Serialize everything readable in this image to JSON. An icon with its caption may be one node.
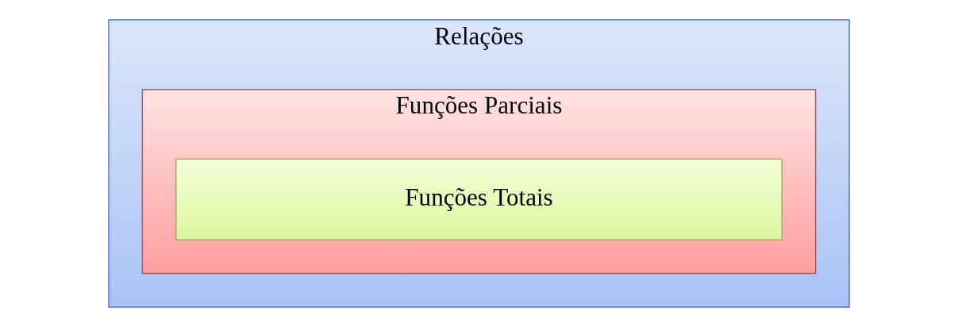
{
  "diagram": {
    "nodes": [
      {
        "text": [
          "Relações"
        ]
      },
      {
        "text": [
          "Funções Parciais"
        ],
        "in": 0
      },
      {
        "text": [
          "Funções Totais"
        ],
        "in": 1
      }
    ]
  }
}
